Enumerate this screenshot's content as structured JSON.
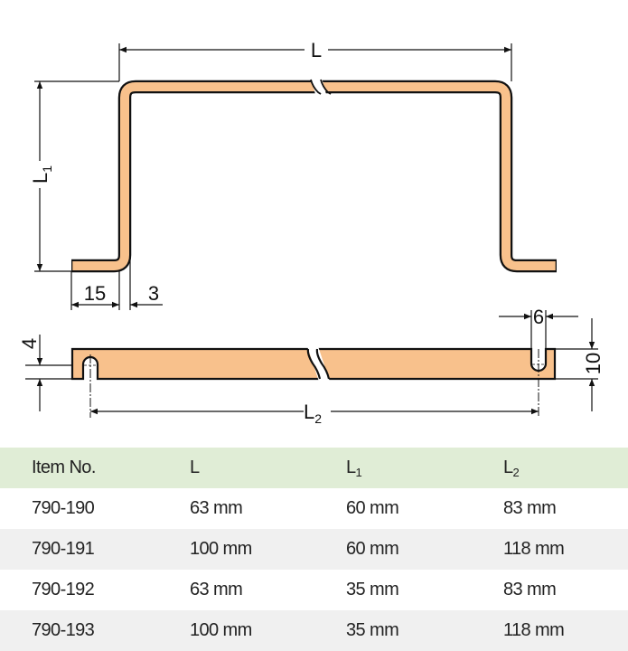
{
  "diagram": {
    "labels": {
      "L": "L",
      "L1": {
        "main": "L",
        "sub": "1"
      },
      "L2": {
        "main": "L",
        "sub": "2"
      },
      "foot_length": "15",
      "thickness": "3",
      "slot_offset": "4",
      "slot_width": "6",
      "width": "10"
    },
    "colors": {
      "part_fill": "#f8c18c",
      "header_bg": "#e0edd6",
      "row_alt_bg": "#f0f0f0"
    }
  },
  "table": {
    "headers": [
      {
        "main": "Item No.",
        "sub": ""
      },
      {
        "main": "L",
        "sub": ""
      },
      {
        "main": "L",
        "sub": "1"
      },
      {
        "main": "L",
        "sub": "2"
      }
    ],
    "rows": [
      [
        "790-190",
        "63 mm",
        "60 mm",
        "83 mm"
      ],
      [
        "790-191",
        "100 mm",
        "60 mm",
        "118 mm"
      ],
      [
        "790-192",
        "63 mm",
        "35 mm",
        "83 mm"
      ],
      [
        "790-193",
        "100 mm",
        "35 mm",
        "118 mm"
      ]
    ]
  }
}
